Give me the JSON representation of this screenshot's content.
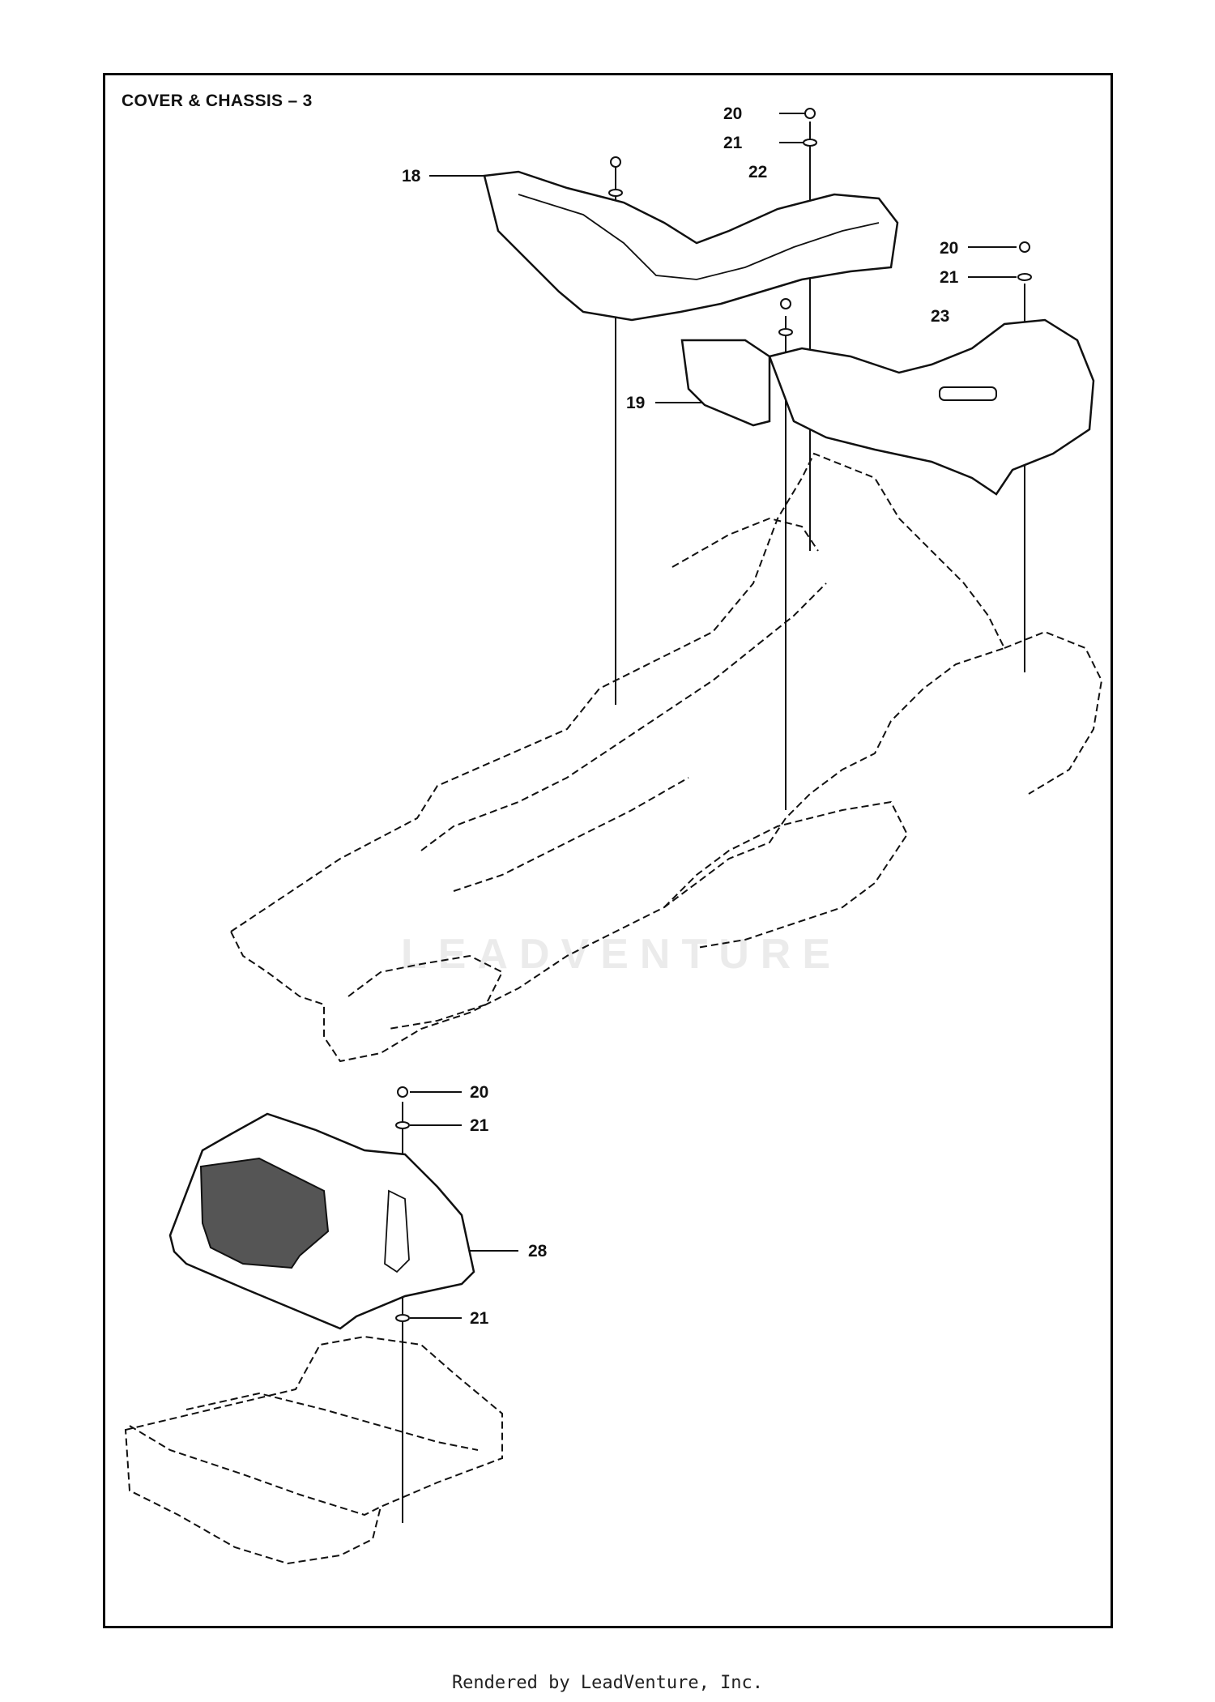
{
  "title": "COVER & CHASSIS – 3",
  "callouts": [
    {
      "id": "c-20a",
      "label": "20"
    },
    {
      "id": "c-21a",
      "label": "21"
    },
    {
      "id": "c-18",
      "label": "18"
    },
    {
      "id": "c-22",
      "label": "22"
    },
    {
      "id": "c-20b",
      "label": "20"
    },
    {
      "id": "c-21b",
      "label": "21"
    },
    {
      "id": "c-23",
      "label": "23"
    },
    {
      "id": "c-19",
      "label": "19"
    },
    {
      "id": "c-20c",
      "label": "20"
    },
    {
      "id": "c-21c",
      "label": "21"
    },
    {
      "id": "c-28",
      "label": "28"
    },
    {
      "id": "c-21d",
      "label": "21"
    }
  ],
  "watermark": "LEADVENTURE",
  "footer": "Rendered by LeadVenture, Inc."
}
